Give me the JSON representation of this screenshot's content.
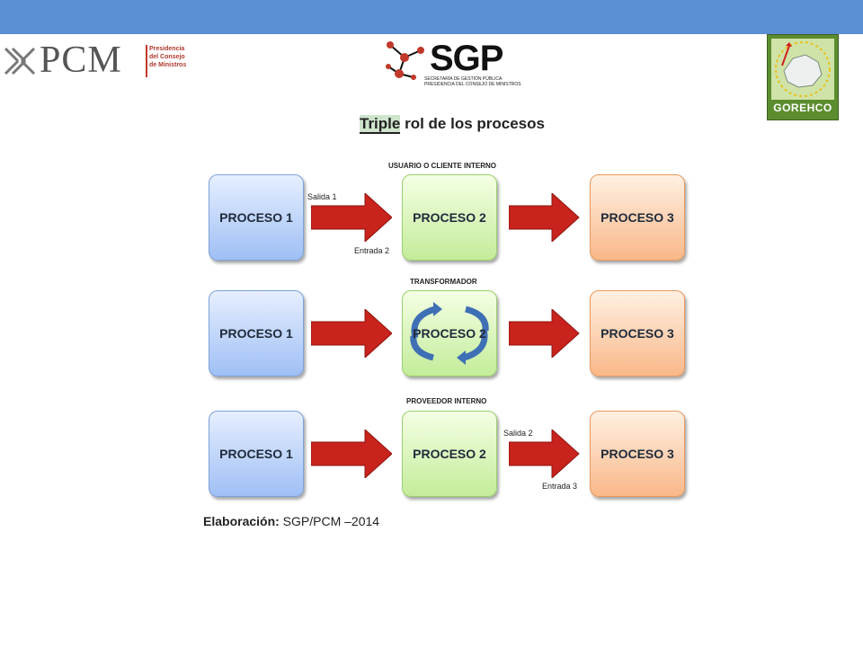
{
  "logos": {
    "pcm": {
      "word": "PCM",
      "lines": [
        "Presidencia",
        "del Consejo",
        "de Ministros"
      ]
    },
    "sgp": {
      "word": "SGP",
      "lines": [
        "SECRETARÍA DE GESTIÓN PÚBLICA",
        "PRESIDENCIA DEL CONSEJO DE MINISTROS"
      ]
    },
    "gorehco": {
      "word": "GOREHCO"
    }
  },
  "title": {
    "highlight": "Triple",
    "rest": " rol de los procesos"
  },
  "rows": [
    {
      "heading": "USUARIO O CLIENTE INTERNO",
      "boxes": [
        "PROCESO 1",
        "PROCESO 2",
        "PROCESO 3"
      ],
      "notes": [
        "Salida 1",
        "Entrada  2"
      ]
    },
    {
      "heading": "TRANSFORMADOR",
      "boxes": [
        "PROCESO 1",
        "PROCESO 2",
        "PROCESO 3"
      ],
      "notes": []
    },
    {
      "heading": "PROVEEDOR INTERNO",
      "boxes": [
        "PROCESO 1",
        "PROCESO 2",
        "PROCESO 3"
      ],
      "notes": [
        "Salida 2",
        "Entrada  3"
      ]
    }
  ],
  "credit": {
    "label": "Elaboración:",
    "value": " SGP/PCM –2014"
  },
  "colors": {
    "topbar": "#5b8fd4",
    "arrow": "#c8231c",
    "cycle": "#3f6fb5"
  }
}
